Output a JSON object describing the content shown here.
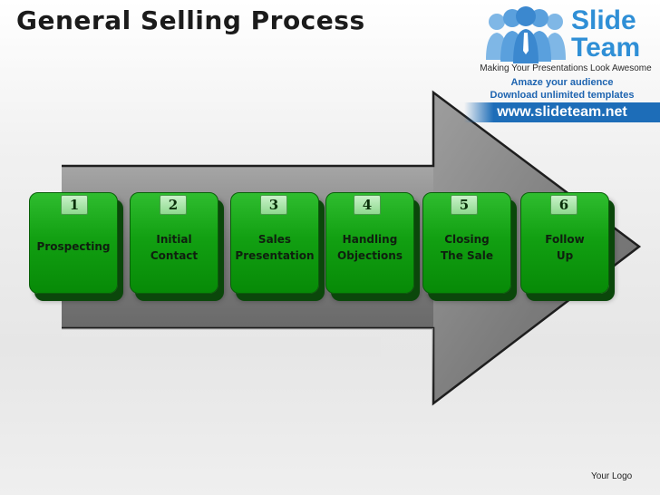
{
  "slide": {
    "title": "General Selling Process",
    "footer_logo_text": "Your Logo"
  },
  "brand": {
    "name_line1": "Slide",
    "name_line2": "Team",
    "tagline": "Making Your Presentations Look Awesome",
    "promo_line1": "Amaze your audience",
    "promo_line2": "Download unlimited templates",
    "website": "www.slideteam.net",
    "colors": {
      "brand_blue": "#2f8fd6",
      "promo_blue": "#1d6db8"
    }
  },
  "process": {
    "colors": {
      "step_green": "#12a012",
      "badge_green": "#a7e3a7",
      "arrow_gray": "#8c8c8c"
    },
    "steps": [
      {
        "number": "1",
        "label_line1": "Prospecting",
        "label_line2": ""
      },
      {
        "number": "2",
        "label_line1": "Initial",
        "label_line2": "Contact"
      },
      {
        "number": "3",
        "label_line1": "Sales",
        "label_line2": "Presentation"
      },
      {
        "number": "4",
        "label_line1": "Handling",
        "label_line2": "Objections"
      },
      {
        "number": "5",
        "label_line1": "Closing",
        "label_line2": "The Sale"
      },
      {
        "number": "6",
        "label_line1": "Follow",
        "label_line2": "Up"
      }
    ]
  }
}
